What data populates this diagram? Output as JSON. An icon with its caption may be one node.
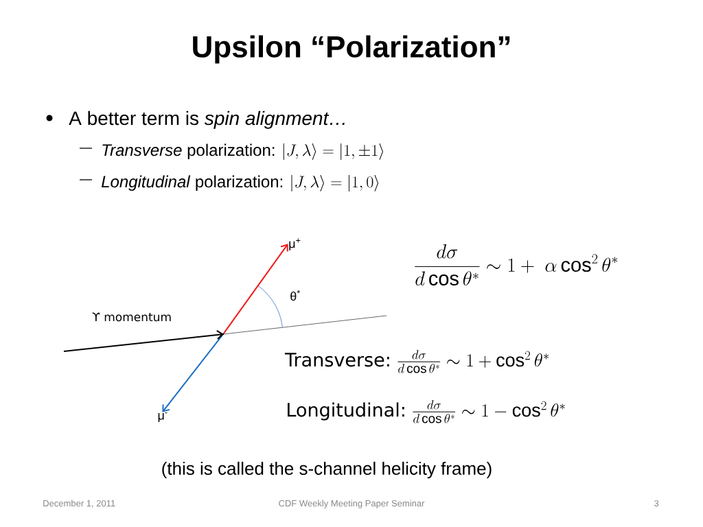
{
  "diagram": {
    "title": "Upsilon “Polarization”",
    "caption": "(this is called the s-channel helicity frame)",
    "nodes": [
      {
        "text": [
          "μ$^{+}$"
        ]
      },
      {
        "text": [
          "μ$^{-}$"
        ]
      },
      {
        "text": [],
        "shape": "point"
      }
    ],
    "edges": [
      {
        "from": 2,
        "to": 0,
        "arrow": "to",
        "color": "#ee1c1c"
      },
      {
        "from": 2,
        "to": 1,
        "arrow": "to",
        "color": "#1a6fbf"
      },
      {
        "from": null,
        "to": 2,
        "arrow": "to",
        "label": "ϒ momentum",
        "color": "#000000"
      }
    ],
    "labels": [
      "A better term is *spin alignment…*",
      "*Transverse* polarization:",
      "|J,\\lambda\\rangle = |1,\\pm 1\\rangle",
      "*Longitudinal* polarization:",
      "|J,\\lambda\\rangle = |1,0\\rangle",
      "θ$^{*}$",
      "\\frac{d\\sigma}{d\\cos\\theta^*}\\sim 1+\\ \\alpha\\cos^2\\theta^*",
      "Transverse:",
      "\\tfrac{d\\sigma}{d\\cos\\theta^*}\\sim 1+\\cos^2\\theta^*",
      "Longitudinal:",
      "\\tfrac{d\\sigma}{d\\cos\\theta^*}\\sim 1-\\cos^2\\theta^*",
      "December 1, 2011",
      "CDF Weekly Meeting Paper Seminar",
      "3"
    ]
  }
}
